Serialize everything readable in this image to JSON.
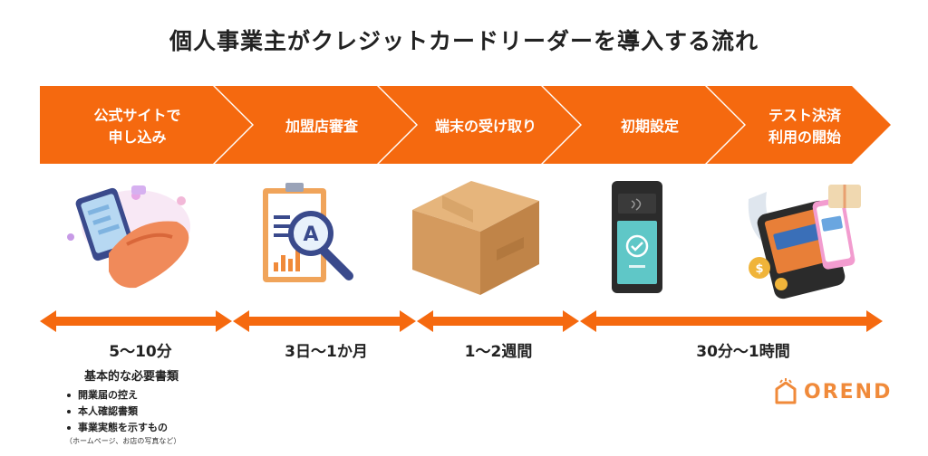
{
  "title": "個人事業主がクレジットカードリーダーを導入する流れ",
  "steps": [
    {
      "label": "公式サイトで\n申し込み",
      "icon": "smartphone-hand-icon"
    },
    {
      "label": "加盟店審査",
      "icon": "clipboard-magnifier-icon"
    },
    {
      "label": "端末の受け取り",
      "icon": "cardboard-box-icon"
    },
    {
      "label": "初期設定",
      "icon": "card-terminal-icon"
    },
    {
      "label": "テスト決済\n利用の開始",
      "icon": "payment-terminal-phone-icon"
    }
  ],
  "durations": [
    "5〜10分",
    "3日〜1か月",
    "1〜2週間",
    "30分〜1時間"
  ],
  "docs": {
    "title": "基本的な必要書類",
    "items": [
      "開業届の控え",
      "本人確認書類",
      "事業実態を示すもの"
    ],
    "note": "（ホームページ、お店の写真など）"
  },
  "logo": {
    "text": "OREND"
  },
  "colors": {
    "accent": "#f5690f",
    "box": "#d9a26a",
    "terminal": "#2b2b2b"
  }
}
